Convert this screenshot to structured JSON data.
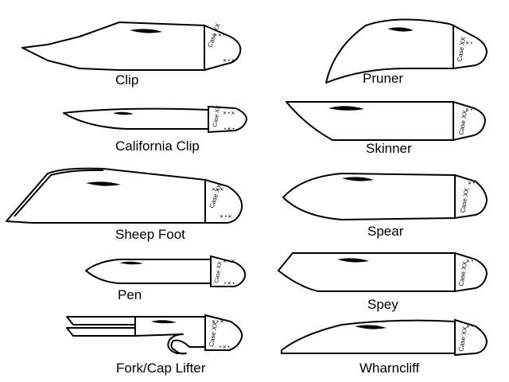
{
  "title": "",
  "stamp_text": "Case XX",
  "blades": [
    {
      "id": "clip",
      "label": "Clip"
    },
    {
      "id": "pruner",
      "label": "Pruner"
    },
    {
      "id": "california-clip",
      "label": "California Clip"
    },
    {
      "id": "skinner",
      "label": "Skinner"
    },
    {
      "id": "sheep-foot",
      "label": "Sheep Foot"
    },
    {
      "id": "spear",
      "label": "Spear"
    },
    {
      "id": "pen",
      "label": "Pen"
    },
    {
      "id": "spey",
      "label": "Spey"
    },
    {
      "id": "fork-cap-lifter",
      "label": "Fork/Cap Lifter"
    },
    {
      "id": "wharncliff",
      "label": "Wharncliff"
    }
  ],
  "colors": {
    "ink": "#000000",
    "paper": "#ffffff"
  }
}
